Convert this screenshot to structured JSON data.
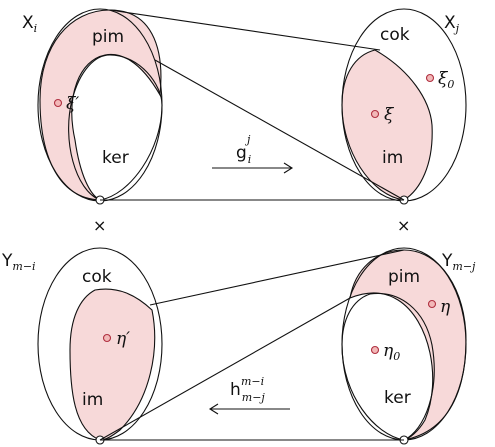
{
  "colors": {
    "shade": "#f7d9d9",
    "dot_fill": "#f2b8b8",
    "dot_stroke": "#b03040",
    "stroke": "#111111"
  },
  "top": {
    "left_space": {
      "base": "X",
      "sub": "i"
    },
    "right_space": {
      "base": "X",
      "sub": "j"
    },
    "left_regions": {
      "pim": "pim",
      "ker": "ker"
    },
    "right_regions": {
      "cok": "cok",
      "im": "im"
    },
    "left_point": "ξ′",
    "right_points": {
      "xi": "ξ",
      "xi0_base": "ξ",
      "xi0_sub": "0"
    },
    "map": {
      "base": "g",
      "sub": "i",
      "sup": "j"
    }
  },
  "cross_symbol": "×",
  "bottom": {
    "left_space": {
      "base": "Y",
      "sub": "m−i"
    },
    "right_space": {
      "base": "Y",
      "sub": "m−j"
    },
    "left_regions": {
      "cok": "cok",
      "im": "im"
    },
    "right_regions": {
      "pim": "pim",
      "ker": "ker"
    },
    "left_point": "η′",
    "right_points": {
      "eta": "η",
      "eta0_base": "η",
      "eta0_sub": "0"
    },
    "map": {
      "base": "h",
      "sub": "m−j",
      "sup": "m−i"
    }
  }
}
